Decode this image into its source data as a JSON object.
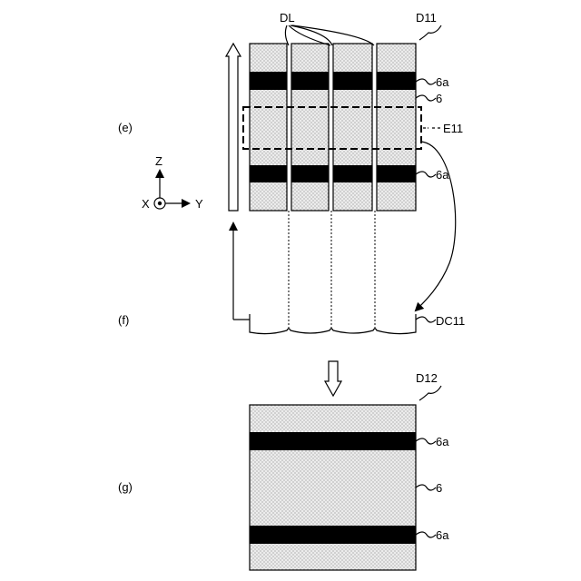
{
  "panels": {
    "e": {
      "label": "(e)"
    },
    "f": {
      "label": "(f)"
    },
    "g": {
      "label": "(g)"
    }
  },
  "refs": {
    "d11": "D11",
    "dl": "DL",
    "e11": "E11",
    "dc11": "DC11",
    "d12": "D12",
    "layer_6a": "6a",
    "layer_6": "6"
  },
  "axes": {
    "z": "Z",
    "x": "X",
    "y": "Y"
  },
  "colors": {
    "ink": "#000000",
    "background": "#ffffff",
    "dot_fill": "#e6e6e6",
    "dot": "#8a8a8a"
  }
}
